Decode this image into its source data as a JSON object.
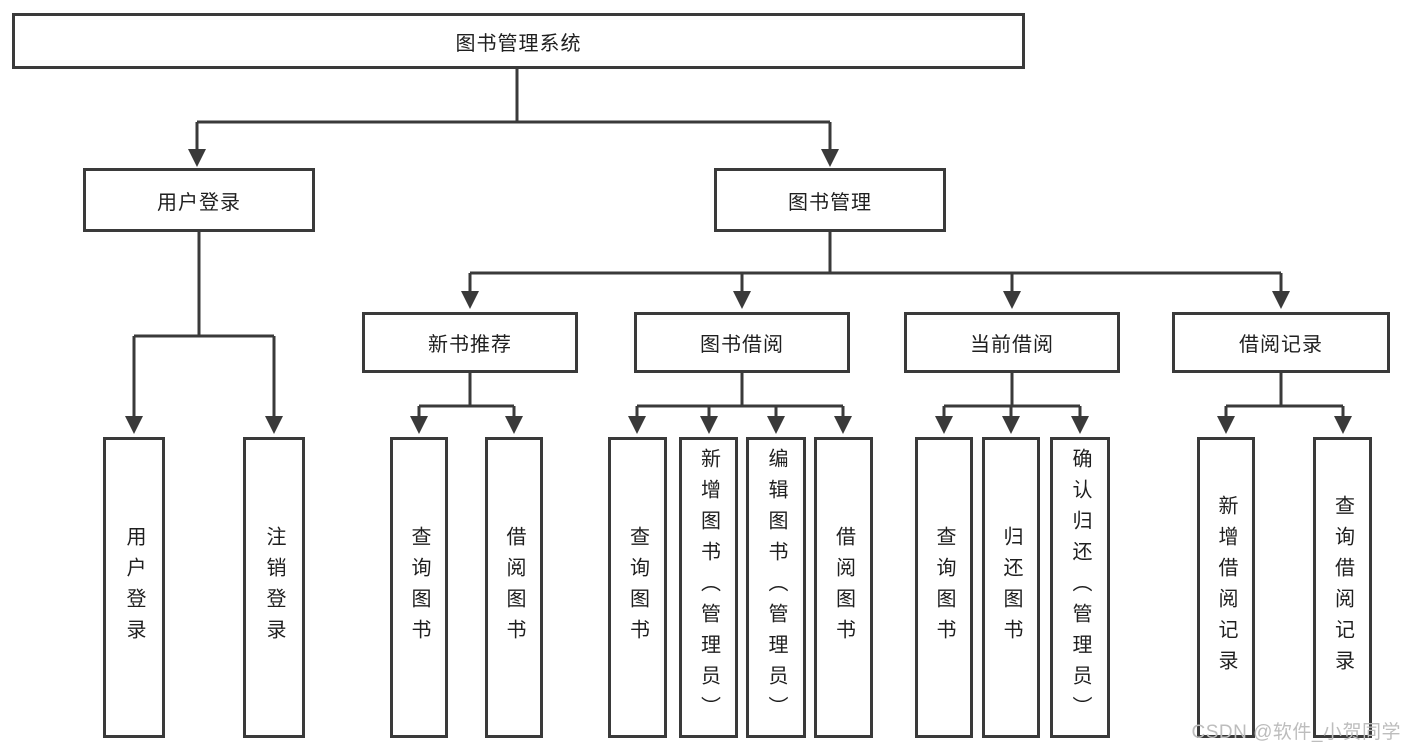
{
  "diagram": {
    "root": {
      "label": "图书管理系统"
    },
    "branches": [
      {
        "label": "用户登录",
        "children": [
          {
            "label": "用户登录"
          },
          {
            "label": "注销登录"
          }
        ]
      },
      {
        "label": "图书管理",
        "children": [
          {
            "label": "新书推荐",
            "children": [
              {
                "label": "查询图书"
              },
              {
                "label": "借阅图书"
              }
            ]
          },
          {
            "label": "图书借阅",
            "children": [
              {
                "label": "查询图书"
              },
              {
                "label": "新增图书（管理员）"
              },
              {
                "label": "编辑图书（管理员）"
              },
              {
                "label": "借阅图书"
              }
            ]
          },
          {
            "label": "当前借阅",
            "children": [
              {
                "label": "查询图书"
              },
              {
                "label": "归还图书"
              },
              {
                "label": "确认归还（管理员）"
              }
            ]
          },
          {
            "label": "借阅记录",
            "children": [
              {
                "label": "新增借阅记录"
              },
              {
                "label": "查询借阅记录"
              }
            ]
          }
        ]
      }
    ],
    "watermark": "CSDN @软件_小贺同学"
  },
  "colors": {
    "line": "#3a3a3a",
    "text": "#1f1f1f",
    "background": "#ffffff",
    "watermark": "#bdbdbd"
  }
}
